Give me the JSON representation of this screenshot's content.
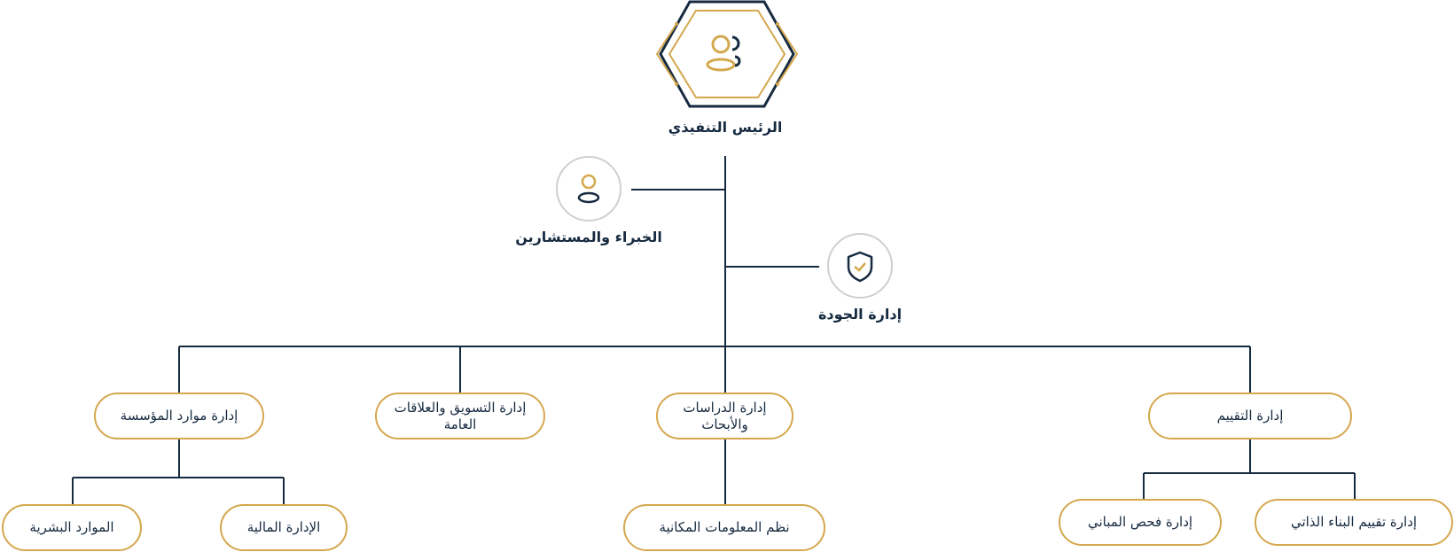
{
  "colors": {
    "line": "#162a40",
    "accent": "#d4a84e",
    "circle_border": "#cfcfcf"
  },
  "ceo": {
    "label": "الرئيس التنفيذي",
    "icon": "users-icon"
  },
  "advisors": {
    "label": "الخبراء والمستشارين",
    "icon": "user-icon"
  },
  "quality": {
    "label": "إدارة الجودة",
    "icon": "shield-check-icon"
  },
  "departments": [
    {
      "label": "إدارة التقييم",
      "children": [
        "إدارة تقييم البناء الذاتي",
        "إدارة فحص المباني"
      ]
    },
    {
      "label": "إدارة الدراسات والأبحاث",
      "children": [
        "نظم المعلومات المكانية"
      ]
    },
    {
      "label": "إدارة التسويق والعلاقات العامة",
      "children": []
    },
    {
      "label": "إدارة موارد المؤسسة",
      "children": [
        "الإدارة المالية",
        "الموارد البشرية"
      ]
    }
  ]
}
